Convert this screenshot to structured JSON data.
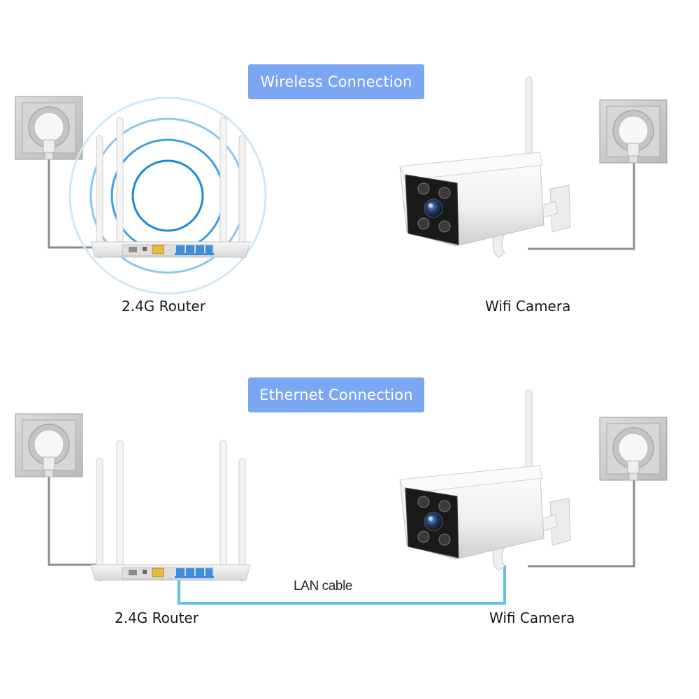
{
  "sections": [
    {
      "title": "Wireless Connection",
      "router_label": "2.4G Router",
      "camera_label": "Wifi Camera"
    },
    {
      "title": "Ethernet Connection",
      "router_label": "2.4G Router",
      "camera_label": "Wifi Camera",
      "cable_label": "LAN cable"
    }
  ],
  "colors": {
    "pill": "#7aa6f4",
    "cable_power": "#8a8a8a",
    "cable_lan": "#5fc1e6",
    "wifi_ring_inner": "#1c8ad8",
    "wifi_ring_outer": "#bfe0f5"
  }
}
